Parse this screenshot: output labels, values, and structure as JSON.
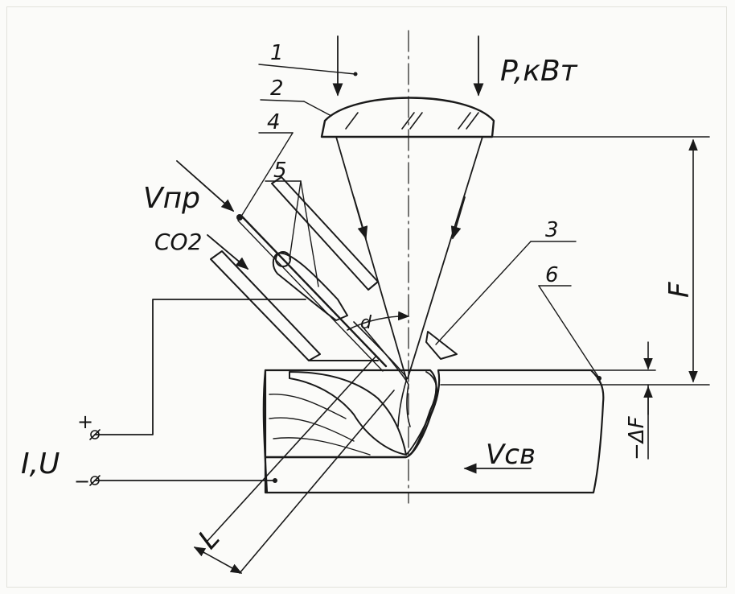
{
  "diagram": {
    "callouts": [
      "1",
      "2",
      "3",
      "4",
      "5",
      "6"
    ],
    "power_label": "P,кВт",
    "wire_speed_label": "Vпр",
    "gas_label": "CO2",
    "current_voltage_label": "I,U",
    "plus_sign": "+",
    "minus_sign": "−",
    "angle_label": "d",
    "focal_distance_label": "F",
    "defocus_label": "−ΔF",
    "weld_speed_label": "Vсв",
    "distance_label": "L"
  },
  "colors": {
    "ink": "#1a1a1a",
    "paper": "#fbfbf9"
  }
}
